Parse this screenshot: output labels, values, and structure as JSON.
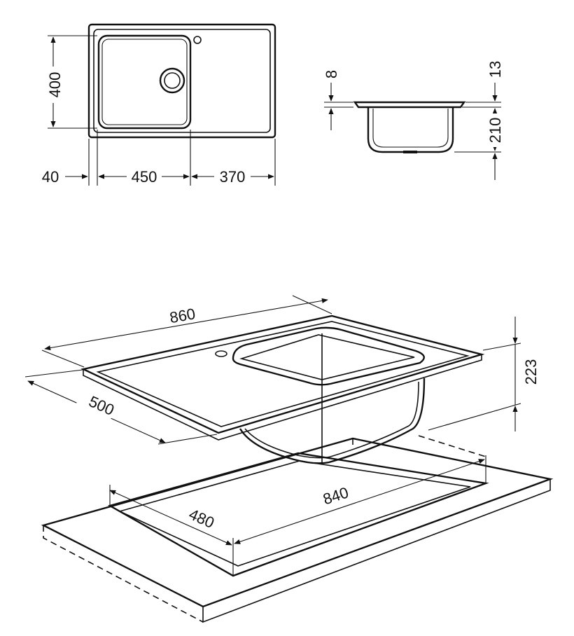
{
  "top_view": {
    "height_label": "400",
    "offset_label": "40",
    "bowl_width_label": "450",
    "drainer_width_label": "370"
  },
  "side_view": {
    "rim_label": "8",
    "flange_label": "13",
    "depth_label": "210"
  },
  "iso_view": {
    "length_label": "860",
    "depth_label": "500",
    "height_label": "223",
    "cutout_length_label": "840",
    "cutout_depth_label": "480"
  },
  "colors": {
    "line": "#111111",
    "background": "#ffffff"
  }
}
